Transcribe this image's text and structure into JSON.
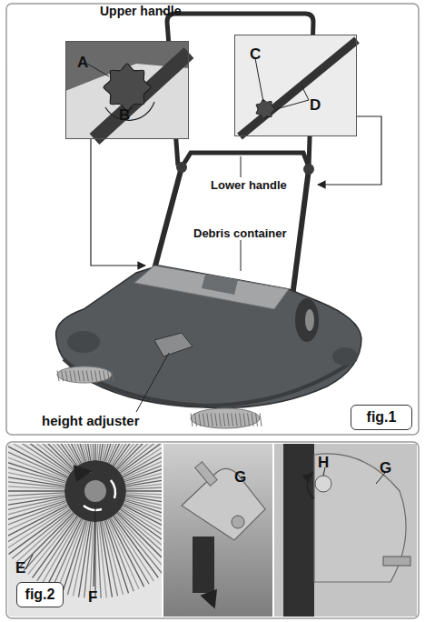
{
  "diagram": {
    "nodes": [
      {
        "text": [
          "A",
          "B"
        ]
      },
      {
        "text": [
          "C",
          "D"
        ]
      },
      {
        "text": [
          "fig.1"
        ]
      },
      {
        "text": [
          "E",
          "F"
        ]
      },
      {
        "text": [
          "fig.2"
        ],
        "in": 3
      },
      {
        "text": [
          "G"
        ]
      },
      {
        "text": [
          "H",
          "G"
        ]
      }
    ],
    "labels": [
      "Upper handle",
      "Lower handle",
      "Debris container",
      "height adjuster"
    ]
  }
}
